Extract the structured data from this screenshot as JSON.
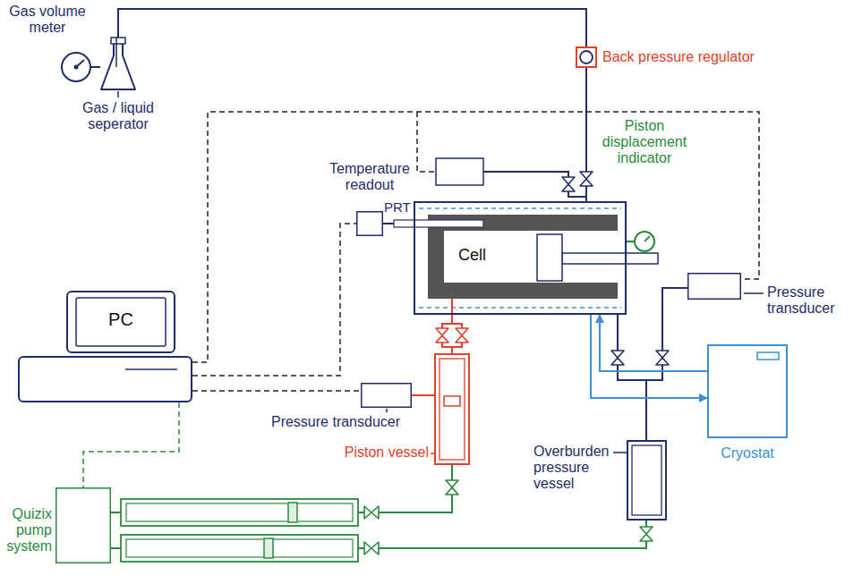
{
  "diagram": {
    "nodes": [
      {
        "text": [
          "Gas volume meter"
        ]
      },
      {
        "text": [
          "Gas / liquid seperator"
        ]
      },
      {
        "text": [
          "Back pressure regulator"
        ]
      },
      {
        "text": [
          "Temperature readout"
        ]
      },
      {
        "text": [
          "Cell"
        ]
      },
      {
        "text": [
          "Piston displacement indicator"
        ]
      },
      {
        "text": [
          "Pressure transducer"
        ]
      },
      {
        "text": [
          "PC"
        ]
      },
      {
        "text": [
          "Pressure transducer"
        ]
      },
      {
        "text": [
          "Piston vessel"
        ]
      },
      {
        "text": [
          "Overburden pressure vessel"
        ]
      },
      {
        "text": [
          "Cryostat"
        ]
      },
      {
        "text": [
          "Quizix pump system"
        ]
      }
    ],
    "edges": [
      {
        "from": 0,
        "to": 1,
        "arrow": "none"
      },
      {
        "from": 1,
        "to": 2,
        "arrow": "none"
      },
      {
        "from": 2,
        "to": 4,
        "arrow": "none"
      },
      {
        "from": 7,
        "to": 3,
        "arrow": "none"
      },
      {
        "from": 3,
        "to": 4,
        "arrow": "none"
      },
      {
        "from": 5,
        "to": 4,
        "arrow": "none"
      },
      {
        "from": 7,
        "to": 6,
        "arrow": "none"
      },
      {
        "from": 7,
        "to": 8,
        "arrow": "none"
      },
      {
        "from": 7,
        "to": 12,
        "arrow": "none"
      },
      {
        "from": 4,
        "to": 9,
        "arrow": "none"
      },
      {
        "from": 8,
        "to": 9,
        "arrow": "none"
      },
      {
        "from": 4,
        "to": 10,
        "arrow": "none"
      },
      {
        "from": 6,
        "to": 10,
        "arrow": "none"
      },
      {
        "from": 11,
        "to": 4,
        "arrow": "to"
      },
      {
        "from": 4,
        "to": 11,
        "arrow": "to"
      },
      {
        "from": 12,
        "to": 9,
        "arrow": "none"
      },
      {
        "from": 12,
        "to": 10,
        "arrow": "none"
      }
    ],
    "labels": [
      "PRT"
    ]
  }
}
